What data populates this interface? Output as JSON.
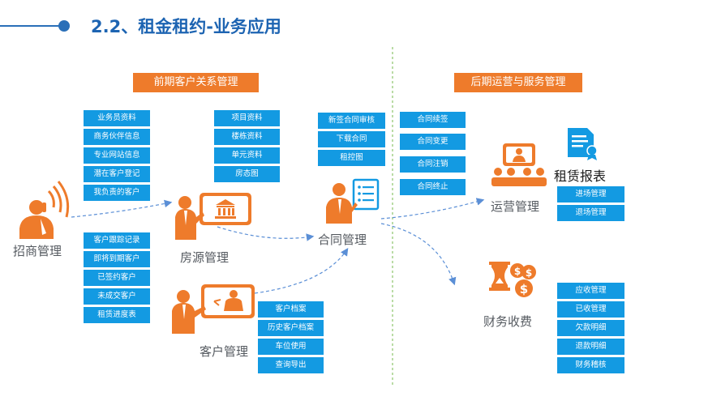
{
  "title": "2.2、租金租约-业务应用",
  "sections": {
    "left_header": "前期客户关系管理",
    "right_header": "后期运营与服务管理"
  },
  "modules": {
    "zhaoshang": "招商管理",
    "fangyuan": "房源管理",
    "kehu": "客户管理",
    "hetong": "合同管理",
    "yunying": "运营管理",
    "caiwu": "财务收费",
    "zulin_report": "租赁报表"
  },
  "lists": {
    "zhaoshang_top": [
      "业务员资料",
      "商务伙伴信息",
      "专业网站信息",
      "潜在客户登记",
      "我负责的客户"
    ],
    "zhaoshang_bottom": [
      "客户跟踪记录",
      "即将到期客户",
      "已签约客户",
      "未成交客户",
      "租赁进度表"
    ],
    "fangyuan": [
      "项目资料",
      "楼栋资料",
      "单元资料",
      "房态图"
    ],
    "kehu": [
      "客户档案",
      "历史客户档案",
      "车位使用",
      "查询导出"
    ],
    "hetong": [
      "新签合同审核",
      "下载合同",
      "租控图"
    ],
    "hetong_right": [
      "合同续签",
      "合同变更",
      "合同注销",
      "合同终止"
    ],
    "yunying": [
      "进场管理",
      "退场管理"
    ],
    "caiwu": [
      "应收管理",
      "已收管理",
      "欠款明细",
      "退款明细",
      "财务稽核"
    ]
  },
  "colors": {
    "title_blue": "#1d64b2",
    "box_blue": "#139ae2",
    "orange": "#ee7b2b",
    "dashed_green": "#8cc56a",
    "arrow_blue": "#5b8fd6"
  },
  "icons": [
    "phone-person-icon",
    "presenter-house-icon",
    "presenter-customer-icon",
    "contract-person-icon",
    "meeting-icon",
    "report-document-icon",
    "money-hourglass-icon"
  ]
}
